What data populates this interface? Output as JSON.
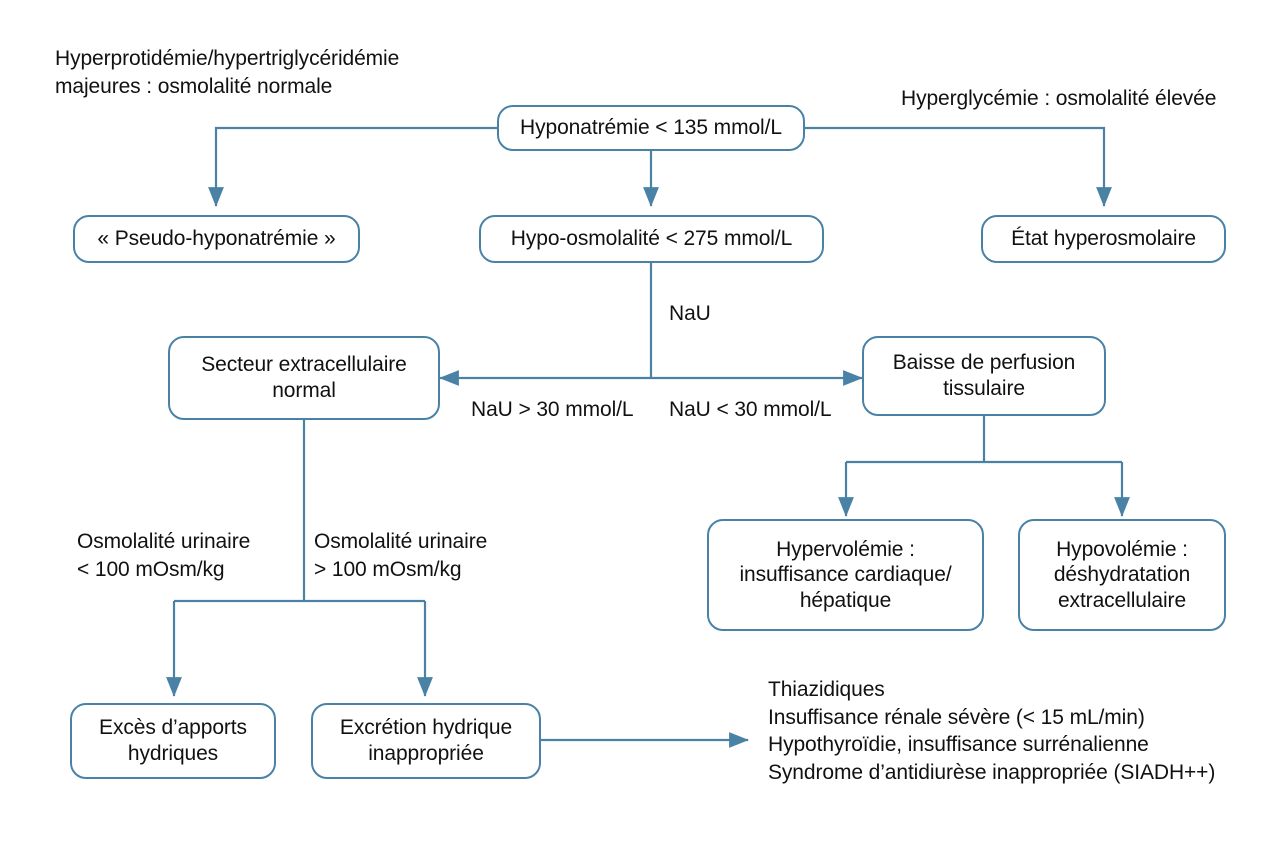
{
  "diagram": {
    "title": "Arbre decisionnel hyponatremie",
    "accent_color": "#4a82a6",
    "text_color": "#111111",
    "background_color": "#ffffff",
    "nodes": {
      "hyponatremie": {
        "lines": [
          "Hyponatrémie < 135 mmol/L"
        ]
      },
      "pseudo": {
        "lines": [
          "« Pseudo-hyponatrémie »"
        ]
      },
      "hypoosmolalite": {
        "lines": [
          "Hypo-osmolalité < 275 mmol/L"
        ]
      },
      "hyperosmolaire": {
        "lines": [
          "État hyperosmolaire"
        ]
      },
      "secteur_normal": {
        "lines": [
          "Secteur extracellulaire",
          "normal"
        ]
      },
      "baisse_perfusion": {
        "lines": [
          "Baisse de perfusion",
          "tissulaire"
        ]
      },
      "hypervolemie": {
        "lines": [
          "Hypervolémie :",
          "insuffisance cardiaque/",
          "hépatique"
        ]
      },
      "hypovolemie": {
        "lines": [
          "Hypovolémie :",
          "déshydratation",
          "extracellulaire"
        ]
      },
      "exces_apports": {
        "lines": [
          "Excès d’apports",
          "hydriques"
        ]
      },
      "excretion_inappropriee": {
        "lines": [
          "Excrétion hydrique",
          "inappropriée"
        ]
      }
    },
    "annotations": {
      "hyperprotidemie": {
        "lines": [
          "Hyperprotidémie/hypertriglycéridémie",
          "majeures : osmolalité normale"
        ]
      },
      "hyperglycemie": {
        "lines": [
          "Hyperglycémie : osmolalité élevée"
        ]
      },
      "nau": {
        "lines": [
          "NaU"
        ]
      },
      "nau_sup30": {
        "lines": [
          "NaU > 30 mmol/L"
        ]
      },
      "nau_inf30": {
        "lines": [
          "NaU < 30 mmol/L"
        ]
      },
      "osm_inf100": {
        "lines": [
          "Osmolalité urinaire",
          "< 100 mOsm/kg"
        ]
      },
      "osm_sup100": {
        "lines": [
          "Osmolalité urinaire",
          "> 100 mOsm/kg"
        ]
      },
      "causes_siadh": {
        "lines": [
          "Thiazidiques",
          "Insuffisance rénale sévère (< 15 mL/min)",
          "Hypothyroïdie, insuffisance surrénalienne",
          "Syndrome d’antidiurèse inappropriée (SIADH++)"
        ]
      }
    }
  }
}
